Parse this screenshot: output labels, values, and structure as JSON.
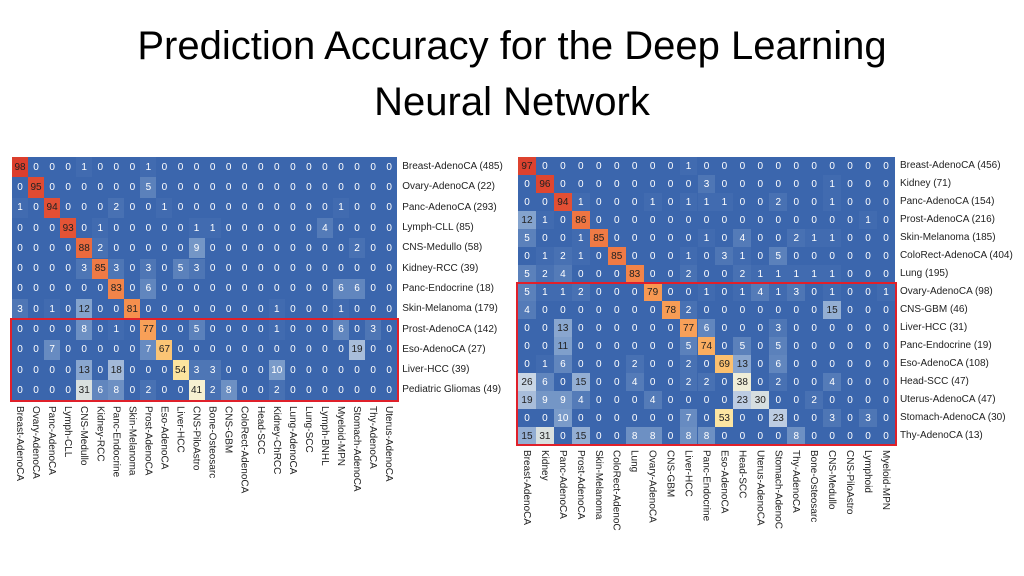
{
  "title_lines": [
    "Prediction Accuracy for the Deep Learning",
    "Neural Network"
  ],
  "colors": {
    "background": "#3b66ad",
    "highlight_box": "#e0202a"
  },
  "chart_data": [
    {
      "type": "heatmap",
      "title": "",
      "rows": [
        "Breast-AdenoCA (485)",
        "Ovary-AdenoCA (22)",
        "Panc-AdenoCA (293)",
        "Lymph-CLL (85)",
        "CNS-Medullo (58)",
        "Kidney-RCC (39)",
        "Panc-Endocrine (18)",
        "Skin-Melanoma (179)",
        "Prost-AdenoCA (142)",
        "Eso-AdenoCA (27)",
        "Liver-HCC (39)",
        "Pediatric Gliomas (49)"
      ],
      "columns": [
        "Breast-AdenoCA",
        "Ovary-AdenoCA",
        "Panc-AdenoCA",
        "Lymph-CLL",
        "CNS-Medullo",
        "Kidney-RCC",
        "Panc-Endocrine",
        "Skin-Melanoma",
        "Prost-AdenoCA",
        "Eso-AdenoCA",
        "Liver-HCC",
        "CNS-PiloAstro",
        "Bone-Osteosarc",
        "CNS-GBM",
        "ColoRect-AdenoCA",
        "Head-SCC",
        "Kidney-ChRCC",
        "Lung-AdenoCA",
        "Lung-SCC",
        "Lymph-BNHL",
        "Myeloid-MPN",
        "Stomach-AdenoCA",
        "Thy-AdenoCA",
        "Uterus-AdenoCA"
      ],
      "values": [
        [
          98,
          0,
          0,
          0,
          1,
          0,
          0,
          0,
          1,
          0,
          0,
          0,
          0,
          0,
          0,
          0,
          0,
          0,
          0,
          0,
          0,
          0,
          0,
          0
        ],
        [
          0,
          95,
          0,
          0,
          0,
          0,
          0,
          0,
          5,
          0,
          0,
          0,
          0,
          0,
          0,
          0,
          0,
          0,
          0,
          0,
          0,
          0,
          0,
          0
        ],
        [
          1,
          0,
          94,
          0,
          0,
          0,
          2,
          0,
          0,
          1,
          0,
          0,
          0,
          0,
          0,
          0,
          0,
          0,
          0,
          0,
          1,
          0,
          0,
          0
        ],
        [
          0,
          0,
          0,
          93,
          0,
          1,
          0,
          0,
          0,
          0,
          0,
          1,
          1,
          0,
          0,
          0,
          0,
          0,
          0,
          4,
          0,
          0,
          0,
          0
        ],
        [
          0,
          0,
          0,
          0,
          88,
          2,
          0,
          0,
          0,
          0,
          0,
          9,
          0,
          0,
          0,
          0,
          0,
          0,
          0,
          0,
          0,
          2,
          0,
          0
        ],
        [
          0,
          0,
          0,
          0,
          3,
          85,
          3,
          0,
          3,
          0,
          5,
          3,
          0,
          0,
          0,
          0,
          0,
          0,
          0,
          0,
          0,
          0,
          0,
          0
        ],
        [
          0,
          0,
          0,
          0,
          0,
          0,
          83,
          0,
          6,
          0,
          0,
          0,
          0,
          0,
          0,
          0,
          0,
          0,
          0,
          0,
          6,
          6,
          0,
          0
        ],
        [
          3,
          0,
          1,
          0,
          12,
          0,
          0,
          81,
          0,
          0,
          0,
          0,
          0,
          0,
          0,
          0,
          1,
          0,
          0,
          0,
          1,
          0,
          0,
          0
        ],
        [
          0,
          0,
          0,
          0,
          8,
          0,
          1,
          0,
          77,
          0,
          0,
          5,
          0,
          0,
          0,
          0,
          1,
          0,
          0,
          0,
          6,
          0,
          3,
          0
        ],
        [
          0,
          0,
          7,
          0,
          0,
          0,
          0,
          0,
          7,
          67,
          0,
          0,
          0,
          0,
          0,
          0,
          0,
          0,
          0,
          0,
          0,
          19,
          0,
          0
        ],
        [
          0,
          0,
          0,
          0,
          13,
          0,
          18,
          0,
          0,
          0,
          54,
          3,
          3,
          0,
          0,
          0,
          10,
          0,
          0,
          0,
          0,
          0,
          0,
          0
        ],
        [
          0,
          0,
          0,
          0,
          31,
          6,
          8,
          0,
          2,
          0,
          0,
          41,
          2,
          8,
          0,
          0,
          2,
          0,
          0,
          0,
          0,
          0,
          0,
          0
        ]
      ],
      "highlight_rows": [
        8,
        11
      ],
      "value_range": [
        0,
        100
      ]
    },
    {
      "type": "heatmap",
      "title": "",
      "rows": [
        "Breast-AdenoCA (456)",
        "Kidney (71)",
        "Panc-AdenoCA (154)",
        "Prost-AdenoCA (216)",
        "Skin-Melanoma (185)",
        "ColoRect-AdenoCA (404)",
        "Lung (195)",
        "Ovary-AdenoCA (98)",
        "CNS-GBM (46)",
        "Liver-HCC (31)",
        "Panc-Endocrine (19)",
        "Eso-AdenoCA (108)",
        "Head-SCC (47)",
        "Uterus-AdenoCA (47)",
        "Stomach-AdenoCA (30)",
        "Thy-AdenoCA (13)"
      ],
      "columns": [
        "Breast-AdenoCA",
        "Kidney",
        "Panc-AdenoCA",
        "Prost-AdenoCA",
        "Skin-Melanoma",
        "ColoRect-AdenoC",
        "Lung",
        "Ovary-AdenoCA",
        "CNS-GBM",
        "Liver-HCC",
        "Panc-Endocrine",
        "Eso-AdenoCA",
        "Head-SCC",
        "Uterus-AdenoCA",
        "Stomach-AdenoC",
        "Thy-AdenoCA",
        "Bone-Osteosarc",
        "CNS-Medullo",
        "CNS-PiloAstro",
        "Lymphoid",
        "Myeloid-MPN"
      ],
      "values": [
        [
          97,
          0,
          0,
          0,
          0,
          0,
          0,
          0,
          0,
          1,
          0,
          0,
          0,
          0,
          0,
          0,
          0,
          0,
          0,
          0,
          0
        ],
        [
          0,
          96,
          0,
          0,
          0,
          0,
          0,
          0,
          0,
          0,
          3,
          0,
          0,
          0,
          0,
          0,
          0,
          1,
          0,
          0,
          0
        ],
        [
          0,
          0,
          94,
          1,
          0,
          0,
          0,
          1,
          0,
          1,
          1,
          1,
          0,
          0,
          2,
          0,
          0,
          1,
          0,
          0,
          0
        ],
        [
          12,
          1,
          0,
          86,
          0,
          0,
          0,
          0,
          0,
          0,
          0,
          0,
          0,
          0,
          0,
          0,
          0,
          0,
          0,
          1,
          0
        ],
        [
          5,
          0,
          0,
          1,
          85,
          0,
          0,
          0,
          0,
          0,
          1,
          0,
          4,
          0,
          0,
          2,
          1,
          1,
          0,
          0,
          0
        ],
        [
          0,
          1,
          2,
          1,
          0,
          85,
          0,
          0,
          0,
          1,
          0,
          3,
          1,
          0,
          5,
          0,
          0,
          0,
          0,
          0,
          0
        ],
        [
          5,
          2,
          4,
          0,
          0,
          0,
          83,
          0,
          0,
          2,
          0,
          0,
          2,
          1,
          1,
          1,
          1,
          1,
          0,
          0,
          0
        ],
        [
          5,
          1,
          1,
          2,
          0,
          0,
          0,
          79,
          0,
          0,
          1,
          0,
          1,
          4,
          1,
          3,
          0,
          1,
          0,
          0,
          1
        ],
        [
          4,
          0,
          0,
          0,
          0,
          0,
          0,
          0,
          78,
          2,
          0,
          0,
          0,
          0,
          0,
          0,
          0,
          15,
          0,
          0,
          0
        ],
        [
          0,
          0,
          13,
          0,
          0,
          0,
          0,
          0,
          0,
          77,
          6,
          0,
          0,
          0,
          3,
          0,
          0,
          0,
          0,
          0,
          0
        ],
        [
          0,
          0,
          11,
          0,
          0,
          0,
          0,
          0,
          0,
          5,
          74,
          0,
          5,
          0,
          5,
          0,
          0,
          0,
          0,
          0,
          0
        ],
        [
          0,
          1,
          6,
          0,
          0,
          0,
          2,
          0,
          0,
          2,
          0,
          69,
          13,
          0,
          6,
          0,
          0,
          0,
          0,
          0,
          0
        ],
        [
          26,
          6,
          0,
          15,
          0,
          0,
          4,
          0,
          0,
          2,
          2,
          0,
          38,
          0,
          2,
          0,
          0,
          4,
          0,
          0,
          0
        ],
        [
          19,
          9,
          9,
          4,
          0,
          0,
          0,
          4,
          0,
          0,
          0,
          0,
          23,
          30,
          0,
          0,
          2,
          0,
          0,
          0,
          0
        ],
        [
          0,
          0,
          10,
          0,
          0,
          0,
          0,
          0,
          0,
          7,
          0,
          53,
          0,
          0,
          23,
          0,
          0,
          3,
          0,
          3,
          0
        ],
        [
          15,
          31,
          0,
          15,
          0,
          0,
          8,
          8,
          0,
          8,
          8,
          0,
          0,
          0,
          0,
          8,
          0,
          0,
          0,
          0,
          0
        ]
      ],
      "highlight_rows": [
        7,
        15
      ],
      "value_range": [
        0,
        100
      ]
    }
  ]
}
